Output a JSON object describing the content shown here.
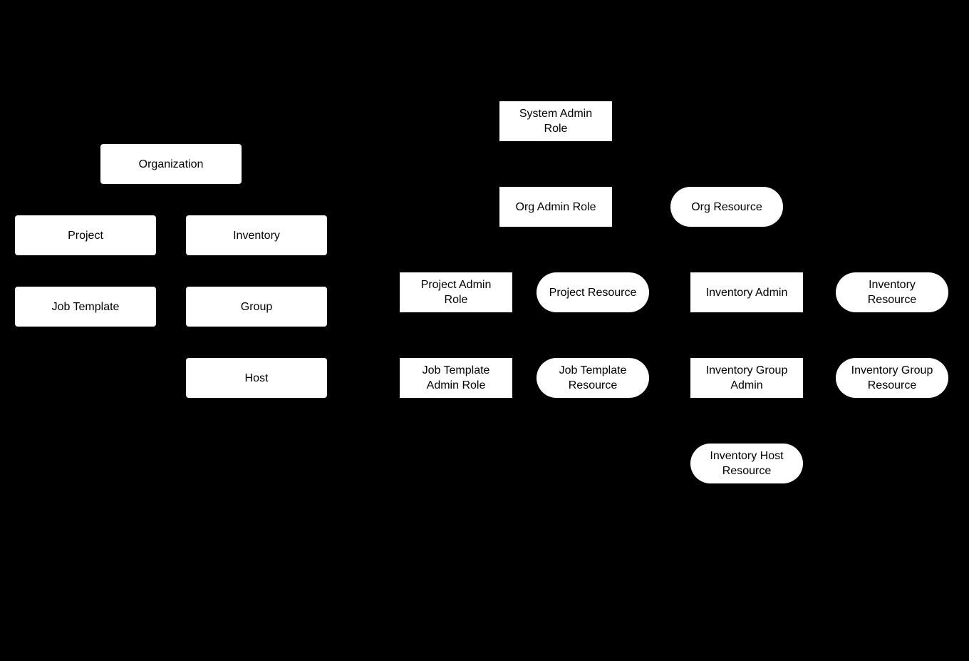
{
  "diagram": {
    "background_color": "#000000",
    "node_fill_color": "#ffffff",
    "node_text_color": "#000000",
    "nodes": {
      "organization": {
        "label": "Organization",
        "shape": "rounded-rectangle"
      },
      "project": {
        "label": "Project",
        "shape": "rounded-rectangle"
      },
      "inventory": {
        "label": "Inventory",
        "shape": "rounded-rectangle"
      },
      "job_template": {
        "label": "Job Template",
        "shape": "rounded-rectangle"
      },
      "group": {
        "label": "Group",
        "shape": "rounded-rectangle"
      },
      "host": {
        "label": "Host",
        "shape": "rounded-rectangle"
      },
      "system_admin_role": {
        "label": "System Admin\nRole",
        "shape": "rectangle"
      },
      "org_admin_role": {
        "label": "Org Admin Role",
        "shape": "rectangle"
      },
      "org_resource": {
        "label": "Org Resource",
        "shape": "pill"
      },
      "project_admin_role": {
        "label": "Project Admin\nRole",
        "shape": "rectangle"
      },
      "project_resource": {
        "label": "Project Resource",
        "shape": "pill"
      },
      "inventory_admin": {
        "label": "Inventory Admin",
        "shape": "rectangle"
      },
      "inventory_resource": {
        "label": "Inventory\nResource",
        "shape": "pill"
      },
      "job_template_admin_role": {
        "label": "Job Template\nAdmin Role",
        "shape": "rectangle"
      },
      "job_template_resource": {
        "label": "Job Template\nResource",
        "shape": "pill"
      },
      "inventory_group_admin": {
        "label": "Inventory Group\nAdmin",
        "shape": "rectangle"
      },
      "inventory_group_resource": {
        "label": "Inventory Group\nResource",
        "shape": "pill"
      },
      "inventory_host_resource": {
        "label": "Inventory Host\nResource",
        "shape": "pill"
      }
    }
  }
}
